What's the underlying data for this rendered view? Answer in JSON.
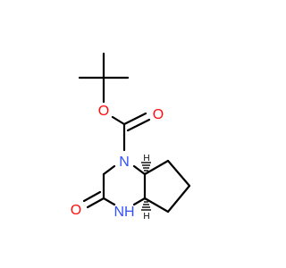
{
  "molecule": {
    "atoms": {
      "O_ether": "O",
      "O_carbonyl_boc": "O",
      "N1": "N",
      "N4": "NH",
      "O_lactam": "O"
    },
    "stereo": {
      "c4a": "H",
      "c7a": "H"
    },
    "colors": {
      "bond": "#000000",
      "oxygen": "#ff0d0d",
      "nitrogen": "#3050f8"
    }
  }
}
